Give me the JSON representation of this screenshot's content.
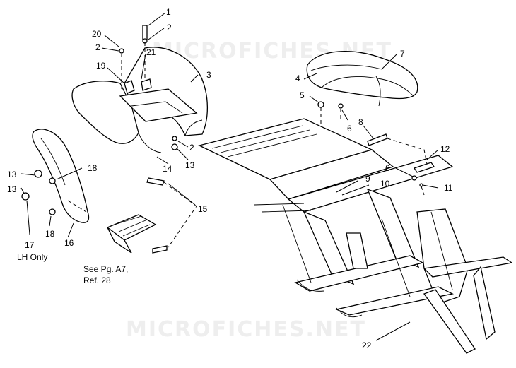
{
  "watermark": "MICROFICHES.NET",
  "callouts": [
    "1",
    "2",
    "3",
    "4",
    "5",
    "6",
    "7",
    "8",
    "9",
    "10",
    "11",
    "12",
    "13",
    "14",
    "15",
    "16",
    "17",
    "18",
    "19",
    "20",
    "21",
    "22"
  ],
  "notes": {
    "lh_only": "LH Only",
    "see_page_line1": "See Pg. A7,",
    "see_page_line2": "Ref. 28"
  }
}
